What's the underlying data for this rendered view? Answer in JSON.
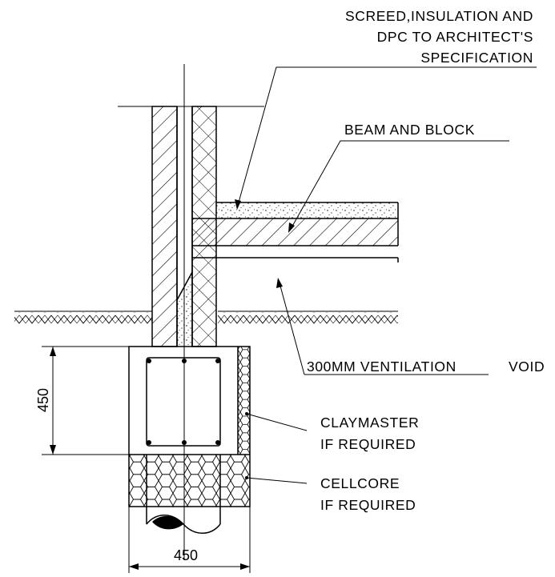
{
  "labels": {
    "screed_line1": "SCREED,INSULATION AND",
    "screed_line2": "DPC TO ARCHITECT'S",
    "screed_line3": "SPECIFICATION",
    "beam_block": "BEAM AND BLOCK",
    "ventilation": "300MM VENTILATION",
    "void": "VOID",
    "claymaster_line1": "CLAYMASTER",
    "claymaster_line2": "IF REQUIRED",
    "cellcore_line1": "CELLCORE",
    "cellcore_line2": "IF REQUIRED"
  },
  "dimensions": {
    "vertical": "450",
    "horizontal": "450"
  }
}
